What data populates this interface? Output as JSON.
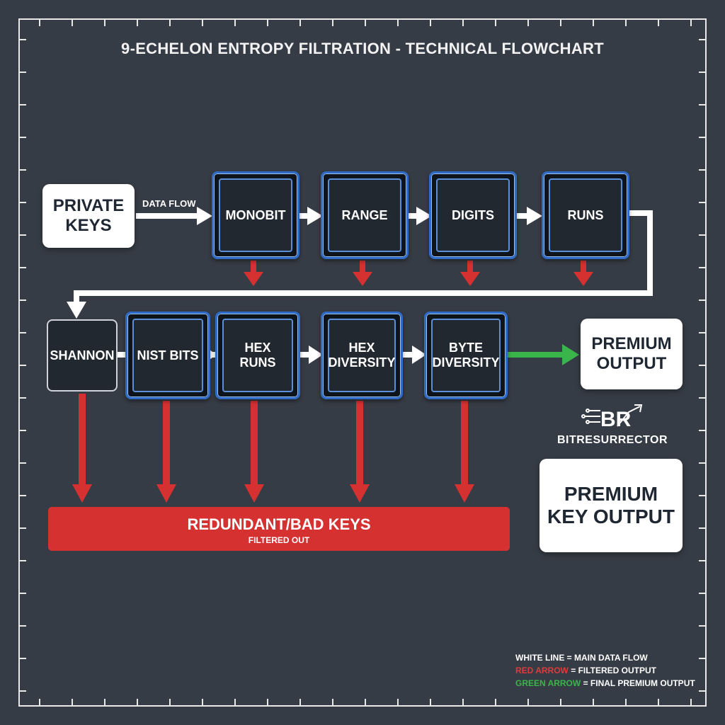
{
  "title": "9-ECHELON ENTROPY FILTRATION - TECHNICAL FLOWCHART",
  "input_box": {
    "line1": "PRIVATE",
    "line2": "KEYS"
  },
  "flow_label": "DATA FLOW",
  "row1_stages": [
    "MONOBIT",
    "RANGE",
    "DIGITS",
    "RUNS"
  ],
  "row2_stages": [
    "SHANNON",
    "NIST BITS",
    "HEX\nRUNS",
    "HEX\nDIVERSITY",
    "BYTE\nDIVERSITY"
  ],
  "premium_output": {
    "line1": "PREMIUM",
    "line2": "OUTPUT"
  },
  "bad_keys": {
    "title": "REDUNDANT/BAD KEYS",
    "subtitle": "FILTERED OUT"
  },
  "logo": {
    "mark": "BR",
    "name": "BITRESURRECTOR"
  },
  "premium_key_output": {
    "line1": "PREMIUM",
    "line2": "KEY OUTPUT"
  },
  "legend": {
    "white": {
      "key": "WHITE LINE",
      "desc": " = MAIN DATA FLOW"
    },
    "red": {
      "key": "RED ARROW",
      "desc": " = FILTERED OUTPUT"
    },
    "green": {
      "key": "GREEN ARROW",
      "desc": " = FINAL PREMIUM OUTPUT"
    }
  },
  "colors": {
    "background": "#363c45",
    "stage_border": "#2e6cc8",
    "red": "#d63131",
    "green": "#3ab54a",
    "white": "#ffffff"
  }
}
